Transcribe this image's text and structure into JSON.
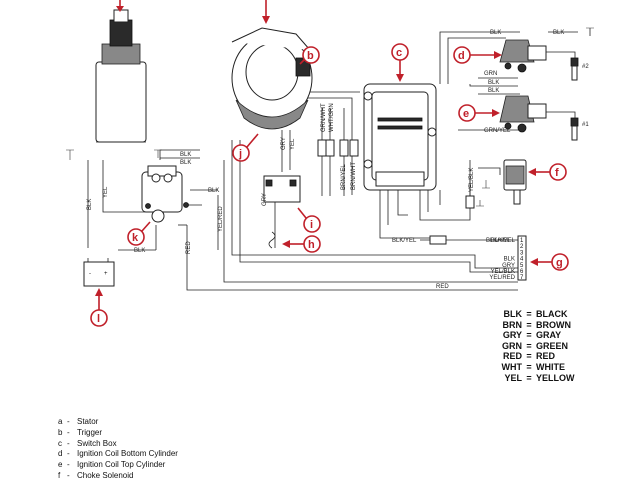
{
  "wire_labels": {
    "blk_top_right": "BLK",
    "blk_top_right2": "BLK",
    "grn": "GRN",
    "blk_d1": "BLK",
    "blk_d2": "BLK",
    "grn_yel": "GRN/YEL",
    "blk_left1": "BLK",
    "blk_left2": "BLK",
    "blk_k": "BLK",
    "blk_k2": "BLK",
    "yel": "YEL",
    "blk_vert": "BLK",
    "red_vert": "RED",
    "yel_red": "YEL/RED",
    "gry": "GRY",
    "gry_yel": "GRY",
    "yel_j": "YEL",
    "grn_wht": "GRN/WHT",
    "wht_grn": "WHT/GRN",
    "brn_yel": "BRN/YEL",
    "brn_wht": "BRN/WHT",
    "yel_blk_f": "YEL/BLK",
    "blk_yel_a": "BLK/YEL",
    "blk_yel_b": "BLK/YEL",
    "red_bottom": "RED"
  },
  "terminal_block": {
    "rows": [
      {
        "label": "BLK/YEL",
        "num": "1"
      },
      {
        "label": "",
        "num": "2"
      },
      {
        "label": "",
        "num": "3"
      },
      {
        "label": "BLK",
        "num": "4"
      },
      {
        "label": "GRY",
        "num": "5"
      },
      {
        "label": "YEL/BLK",
        "num": "6"
      },
      {
        "label": "YEL/RED",
        "num": "7"
      }
    ]
  },
  "spark_plugs": {
    "plug_2": "#2",
    "plug_1": "#1"
  },
  "battery": {
    "minus": "-",
    "plus": "+"
  },
  "callouts": {
    "b": "b",
    "c": "c",
    "d": "d",
    "e": "e",
    "f": "f",
    "g": "g",
    "h": "h",
    "i": "i",
    "j": "j",
    "k": "k",
    "l": "l"
  },
  "colors": {
    "callout": "#c0202a"
  },
  "color_key": [
    {
      "abbr": "BLK",
      "eq": "=",
      "name": "BLACK"
    },
    {
      "abbr": "BRN",
      "eq": "=",
      "name": "BROWN"
    },
    {
      "abbr": "GRY",
      "eq": "=",
      "name": "GRAY"
    },
    {
      "abbr": "GRN",
      "eq": "=",
      "name": "GREEN"
    },
    {
      "abbr": "RED",
      "eq": "=",
      "name": "RED"
    },
    {
      "abbr": "WHT",
      "eq": "=",
      "name": "WHITE"
    },
    {
      "abbr": "YEL",
      "eq": "=",
      "name": "YELLOW"
    }
  ],
  "legend": [
    {
      "letter": "a",
      "dash": "-",
      "text": "Stator"
    },
    {
      "letter": "b",
      "dash": "-",
      "text": "Trigger"
    },
    {
      "letter": "c",
      "dash": "-",
      "text": "Switch Box"
    },
    {
      "letter": "d",
      "dash": "-",
      "text": "Ignition Coil Bottom Cylinder"
    },
    {
      "letter": "e",
      "dash": "-",
      "text": "Ignition Coil Top Cylinder"
    },
    {
      "letter": "f",
      "dash": "-",
      "text": "Choke Solenoid"
    }
  ]
}
